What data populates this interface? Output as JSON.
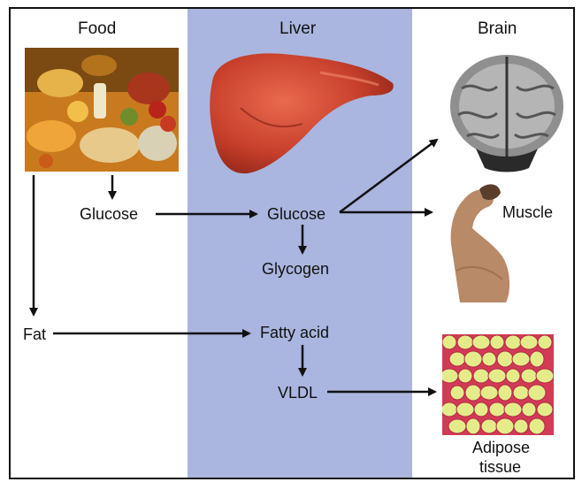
{
  "headers": {
    "food": "Food",
    "liver": "Liver",
    "brain": "Brain"
  },
  "labels": {
    "glucose_food": "Glucose",
    "glucose_liver": "Glucose",
    "glycogen": "Glycogen",
    "fat": "Fat",
    "fatty_acid": "Fatty acid",
    "vldl": "VLDL",
    "muscle": "Muscle",
    "adipose_line1": "Adipose",
    "adipose_line2": "tissue"
  },
  "colors": {
    "liver_band": "#aab6df",
    "arrow": "#111111",
    "liver_organ": "#c8402c",
    "adipose_bg": "#d23a55",
    "fat_cell": "#e4ec8a"
  },
  "icons": [
    "food-photo",
    "liver-organ-icon",
    "brain-icon",
    "flexed-arm-icon",
    "adipose-tissue-micrograph"
  ]
}
